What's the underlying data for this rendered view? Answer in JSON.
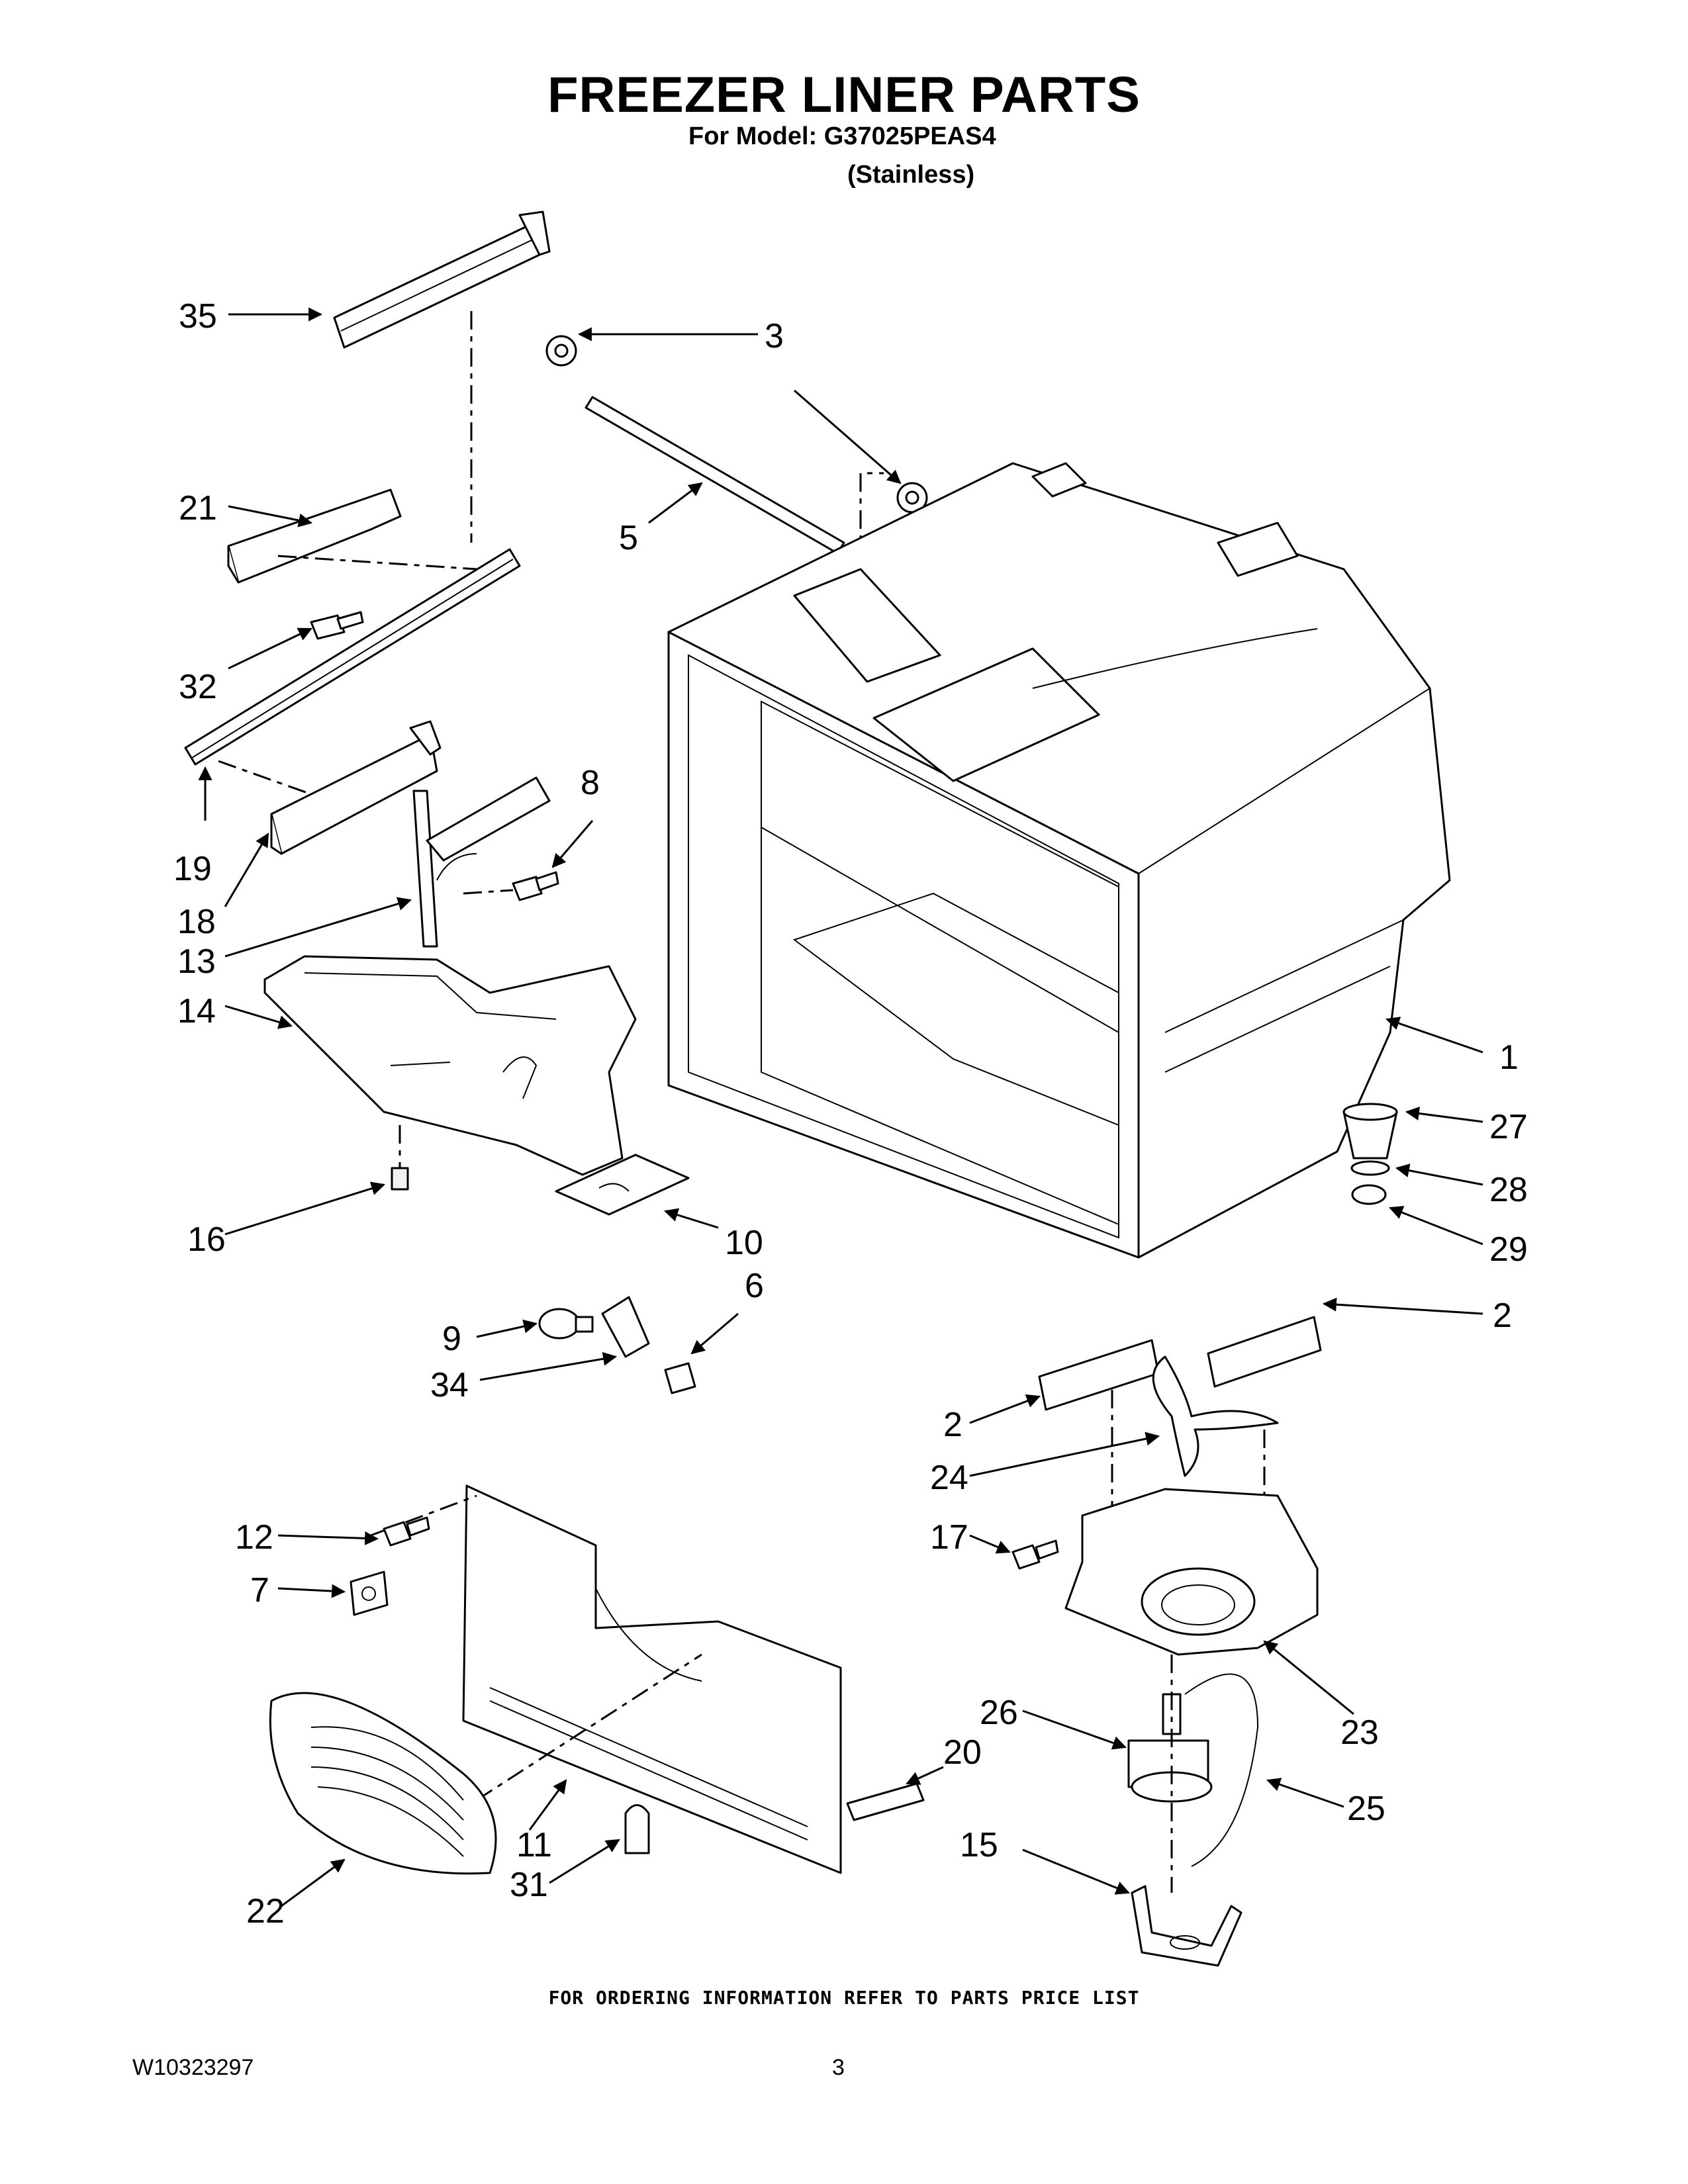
{
  "header": {
    "title": "FREEZER LINER PARTS",
    "model_line": "For Model: G37025PEAS4",
    "variant": "(Stainless)"
  },
  "callouts": [
    "35",
    "3",
    "21",
    "5",
    "32",
    "19",
    "8",
    "18",
    "13",
    "14",
    "1",
    "27",
    "28",
    "16",
    "10",
    "29",
    "6",
    "9",
    "2",
    "34",
    "2",
    "24",
    "12",
    "17",
    "7",
    "23",
    "26",
    "20",
    "25",
    "11",
    "15",
    "31",
    "22"
  ],
  "footer": {
    "ordering_note": "FOR ORDERING INFORMATION REFER TO PARTS PRICE LIST",
    "document_number": "W10323297",
    "page_number": "3"
  }
}
